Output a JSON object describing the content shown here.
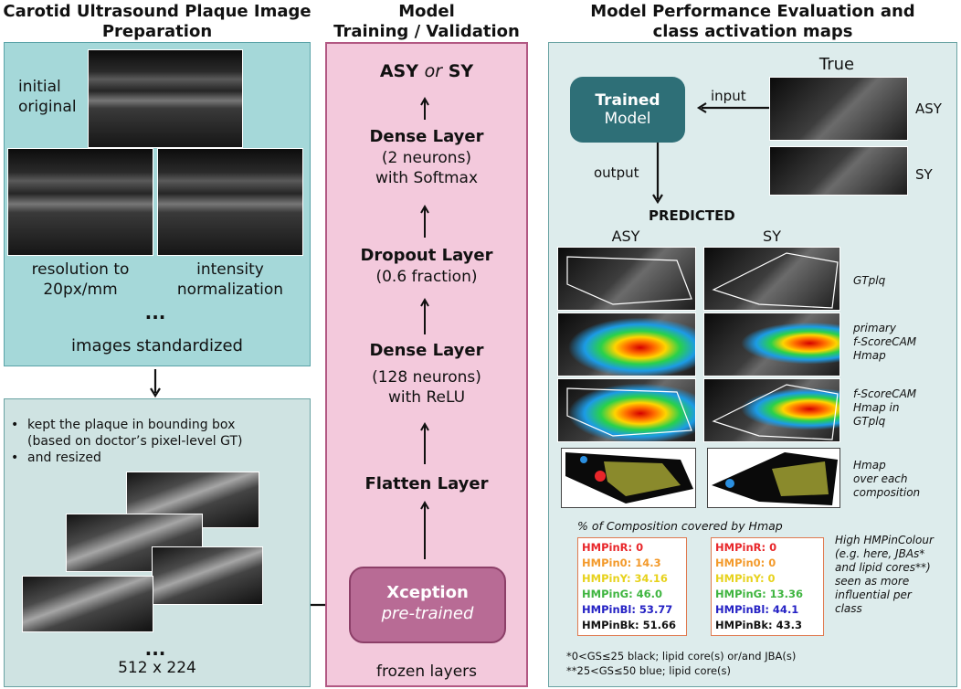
{
  "titles": {
    "left": [
      "Carotid Ultrasound Plaque Image",
      "Preparation"
    ],
    "middle": [
      "Model",
      "Training / Validation"
    ],
    "right": [
      "Model Performance Evaluation and",
      "class activation maps"
    ]
  },
  "prep": {
    "initial": [
      "initial",
      "original"
    ],
    "resolution": [
      "resolution to",
      "20px/mm"
    ],
    "intensity": [
      "intensity",
      "normalization"
    ],
    "ellipsis": "...",
    "standardized": "images standardized"
  },
  "crop": {
    "bullets": [
      "kept the plaque in bounding box",
      "(based on doctor’s pixel-level GT)",
      "and resized"
    ],
    "ellipsis": "...",
    "size": "512 x 224"
  },
  "model": {
    "output": {
      "a": "ASY",
      "or": "or",
      "b": "SY"
    },
    "dense2": {
      "title": "Dense Layer",
      "lines": [
        "(2 neurons)",
        "with Softmax"
      ]
    },
    "dropout": {
      "title": "Dropout Layer",
      "lines": [
        "(0.6 fraction)"
      ]
    },
    "dense128": {
      "title": "Dense Layer",
      "lines": [
        "(128 neurons)",
        "with ReLU"
      ]
    },
    "flatten": {
      "title": "Flatten Layer"
    },
    "xception": {
      "title": "Xception",
      "sub": "pre-trained"
    },
    "frozen": "frozen layers"
  },
  "eval": {
    "true_label": "True",
    "trained": "Trained",
    "model": "Model",
    "input": "input",
    "output": "output",
    "asy": "ASY",
    "sy": "SY",
    "predicted": "PREDICTED",
    "col_asy": "ASY",
    "col_sy": "SY",
    "row_labels": [
      [
        "GTplq"
      ],
      [
        "primary",
        "f-ScoreCAM",
        "Hmap"
      ],
      [
        "f-ScoreCAM",
        "Hmap in",
        "GTplq"
      ],
      [
        "Hmap",
        "over each",
        "composition"
      ]
    ],
    "composition_title": "% of Composition covered by Hmap",
    "asy_legend": [
      {
        "label": "HMPinR: 0",
        "color": "#e8262a"
      },
      {
        "label": "HMPin0: 14.3",
        "color": "#f39a2b"
      },
      {
        "label": "HMPinY: 34.16",
        "color": "#e7d21c"
      },
      {
        "label": "HMPinG: 46.0",
        "color": "#3fb540"
      },
      {
        "label": "HMPinBl: 53.77",
        "color": "#2522c4"
      },
      {
        "label": "HMPinBk: 51.66",
        "color": "#111111"
      }
    ],
    "sy_legend": [
      {
        "label": "HMPinR: 0",
        "color": "#e8262a"
      },
      {
        "label": "HMPin0: 0",
        "color": "#f39a2b"
      },
      {
        "label": "HMPinY: 0",
        "color": "#e7d21c"
      },
      {
        "label": "HMPinG: 13.36",
        "color": "#3fb540"
      },
      {
        "label": "HMPinBl: 44.1",
        "color": "#2522c4"
      },
      {
        "label": "HMPinBk: 43.3",
        "color": "#111111"
      }
    ],
    "note": [
      "High HMPinColour",
      "(e.g. here, JBAs*",
      "and lipid cores**)",
      "seen as more",
      "influential per",
      "class"
    ],
    "footnotes": [
      "*0<GS≤25 black; lipid core(s) or/and JBA(s)",
      "**25<GS≤50 blue; lipid core(s)"
    ]
  }
}
